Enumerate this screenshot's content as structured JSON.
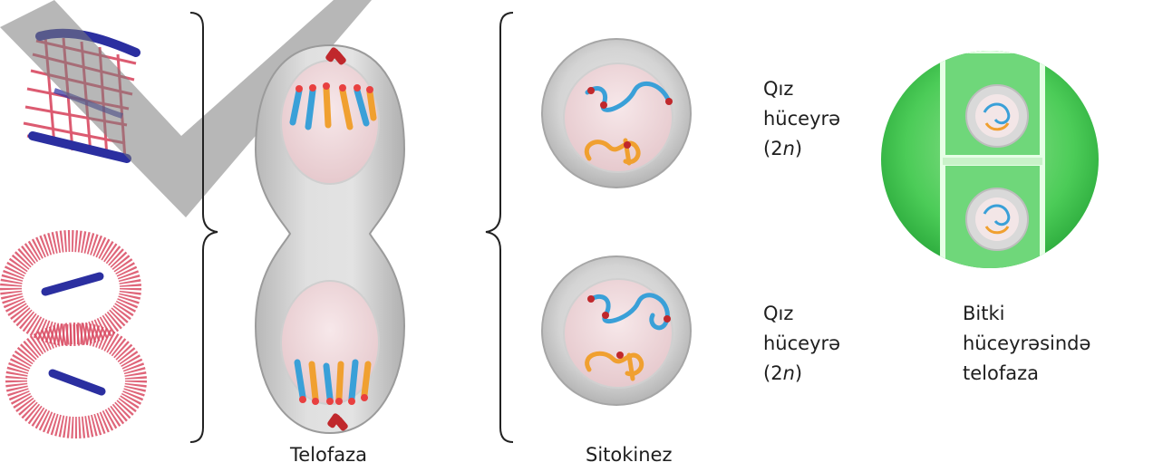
{
  "captions": {
    "telophase": "Telofaza",
    "cytokinesis": "Sitokinez"
  },
  "daughter_cell_top": {
    "line1": "Qız",
    "line2": "hüceyrə",
    "ploidy_open": "(2",
    "ploidy_n": "n",
    "ploidy_close": ")"
  },
  "daughter_cell_bottom": {
    "line1": "Qız",
    "line2": "hüceyrə",
    "ploidy_open": "(2",
    "ploidy_n": "n",
    "ploidy_close": ")"
  },
  "plant_cell": {
    "line1": "Bitki",
    "line2": "hüceyrəsində",
    "line3": "telofaza"
  },
  "colors": {
    "cell_membrane": "#c9c9c9",
    "cytoplasm": "#dcdcdc",
    "nucleus": "#f1dde0",
    "chromosome_blue": "#3aa0d8",
    "chromosome_orange": "#f0a030",
    "centromere": "#c0282c",
    "plant_green": "#3fc24f",
    "spindle_red": "#d94a62",
    "spindle_blue": "#2b2fa0"
  }
}
